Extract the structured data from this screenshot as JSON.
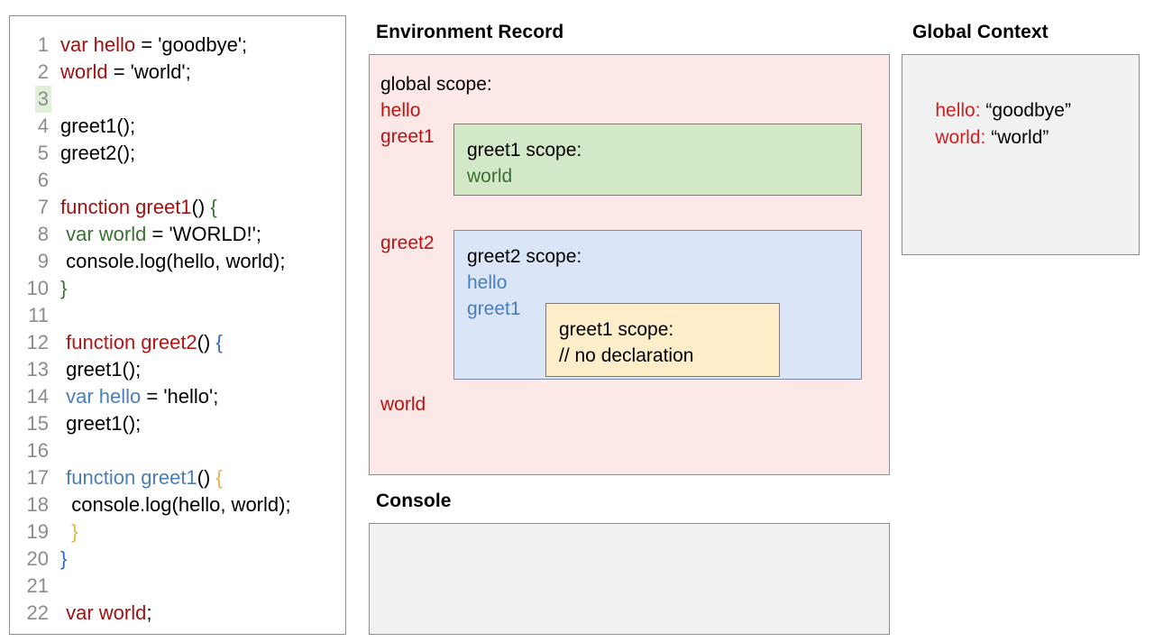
{
  "code_panel": {
    "name": "javascript-source",
    "lines": [
      {
        "n": "1",
        "highlight": false,
        "tokens": [
          {
            "t": "var hello",
            "c": "darkred"
          },
          {
            "t": " = 'goodbye';",
            "c": "black"
          }
        ]
      },
      {
        "n": "2",
        "highlight": false,
        "tokens": [
          {
            "t": "world",
            "c": "darkred"
          },
          {
            "t": " = 'world';",
            "c": "black"
          }
        ]
      },
      {
        "n": "3",
        "highlight": true,
        "tokens": [
          {
            "t": "",
            "c": "black"
          }
        ]
      },
      {
        "n": "4",
        "highlight": false,
        "tokens": [
          {
            "t": "greet1();",
            "c": "black"
          }
        ]
      },
      {
        "n": "5",
        "highlight": false,
        "tokens": [
          {
            "t": "greet2();",
            "c": "black"
          }
        ]
      },
      {
        "n": "6",
        "highlight": false,
        "tokens": [
          {
            "t": "",
            "c": "black"
          }
        ]
      },
      {
        "n": "7",
        "highlight": false,
        "tokens": [
          {
            "t": "function greet1",
            "c": "darkred"
          },
          {
            "t": "() ",
            "c": "black"
          },
          {
            "t": "{",
            "c": "green"
          }
        ]
      },
      {
        "n": "8",
        "highlight": false,
        "tokens": [
          {
            "t": " ",
            "c": "black"
          },
          {
            "t": "var world",
            "c": "green"
          },
          {
            "t": " = 'WORLD!';",
            "c": "black"
          }
        ]
      },
      {
        "n": "9",
        "highlight": false,
        "tokens": [
          {
            "t": " console.log(hello, world);",
            "c": "black"
          }
        ]
      },
      {
        "n": "10",
        "highlight": false,
        "tokens": [
          {
            "t": "}",
            "c": "green"
          }
        ]
      },
      {
        "n": "11",
        "highlight": false,
        "tokens": [
          {
            "t": "",
            "c": "black"
          }
        ]
      },
      {
        "n": "12",
        "highlight": false,
        "tokens": [
          {
            "t": " ",
            "c": "black"
          },
          {
            "t": "function greet2",
            "c": "red"
          },
          {
            "t": "() ",
            "c": "black"
          },
          {
            "t": "{",
            "c": "gblue"
          }
        ]
      },
      {
        "n": "13",
        "highlight": false,
        "tokens": [
          {
            "t": " greet1();",
            "c": "black"
          }
        ]
      },
      {
        "n": "14",
        "highlight": false,
        "tokens": [
          {
            "t": " ",
            "c": "black"
          },
          {
            "t": "var hello",
            "c": "blue"
          },
          {
            "t": " = 'hello';",
            "c": "black"
          }
        ]
      },
      {
        "n": "15",
        "highlight": false,
        "tokens": [
          {
            "t": " greet1();",
            "c": "black"
          }
        ]
      },
      {
        "n": "16",
        "highlight": false,
        "tokens": [
          {
            "t": "",
            "c": "black"
          }
        ]
      },
      {
        "n": "17",
        "highlight": false,
        "tokens": [
          {
            "t": " ",
            "c": "black"
          },
          {
            "t": "function greet1",
            "c": "blue"
          },
          {
            "t": "() ",
            "c": "black"
          },
          {
            "t": "{",
            "c": "orange"
          }
        ]
      },
      {
        "n": "18",
        "highlight": false,
        "tokens": [
          {
            "t": "  console.log(hello, world);",
            "c": "black"
          }
        ]
      },
      {
        "n": "19",
        "highlight": false,
        "tokens": [
          {
            "t": "  ",
            "c": "black"
          },
          {
            "t": "}",
            "c": "orange"
          }
        ]
      },
      {
        "n": "20",
        "highlight": false,
        "tokens": [
          {
            "t": "}",
            "c": "gblue"
          }
        ]
      },
      {
        "n": "21",
        "highlight": false,
        "tokens": [
          {
            "t": "",
            "c": "black"
          }
        ]
      },
      {
        "n": "22",
        "highlight": false,
        "tokens": [
          {
            "t": " ",
            "c": "black"
          },
          {
            "t": "var world",
            "c": "darkred"
          },
          {
            "t": ";",
            "c": "black"
          }
        ]
      }
    ]
  },
  "environment_record": {
    "title": "Environment Record",
    "global_scope_label": "global scope:",
    "bindings": {
      "hello": "hello",
      "greet1": "greet1",
      "greet2": "greet2",
      "world": "world"
    },
    "greet1_scope": {
      "title": "greet1 scope:",
      "entries": [
        "world"
      ]
    },
    "greet2_scope": {
      "title": "greet2 scope:",
      "entries": [
        "hello",
        "greet1"
      ],
      "nested_greet1_scope": {
        "title": "greet1 scope:",
        "note": "// no declaration"
      }
    }
  },
  "console": {
    "title": "Console",
    "output": ""
  },
  "global_context": {
    "title": "Global Context",
    "rows": [
      {
        "key": "hello:",
        "value": "“goodbye”"
      },
      {
        "key": "world:",
        "value": "“world”"
      }
    ]
  },
  "colors": {
    "global_scope_bg": "#fce8e6",
    "greet1_scope_bg": "#d3e8c6",
    "greet2_scope_bg": "#dae6f7",
    "nested_scope_bg": "#fdeec9",
    "panel_bg": "#f1f1f1",
    "border": "#8f8f8f",
    "token_red": "#b91414",
    "token_green": "#3a7034",
    "token_blue": "#4a7ebb",
    "token_orange": "#e8b04b",
    "line_number": "#8c8c8c",
    "highlight_line": "#dff0d8"
  }
}
